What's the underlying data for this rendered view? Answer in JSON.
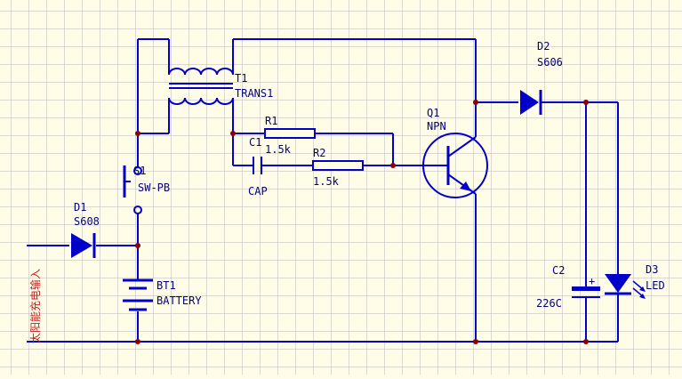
{
  "colors": {
    "background": "#fffde8",
    "grid": "#b8b8b8",
    "wire": "#0000c8",
    "component": "#0000c8",
    "junction": "#8b0000",
    "label": "#000080",
    "input_label": "#c02020"
  },
  "components": {
    "T1": {
      "designator": "T1",
      "value": "TRANS1"
    },
    "R1": {
      "designator": "R1",
      "value": "1.5k"
    },
    "R2": {
      "designator": "R2",
      "value": "1.5k"
    },
    "C1": {
      "designator": "C1",
      "value": "CAP"
    },
    "Q1": {
      "designator": "Q1",
      "value": "NPN"
    },
    "D1": {
      "designator": "D1",
      "value": "S608"
    },
    "D2": {
      "designator": "D2",
      "value": "S606"
    },
    "D3": {
      "designator": "D3",
      "value": "LED"
    },
    "S1": {
      "designator": "S1",
      "value": "SW-PB"
    },
    "BT1": {
      "designator": "BT1",
      "value": "BATTERY"
    },
    "C2": {
      "designator": "C2",
      "value": "226C"
    }
  },
  "input_label": "太阳能充电输入",
  "polarity_plus": "+"
}
